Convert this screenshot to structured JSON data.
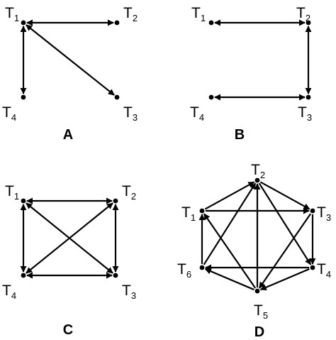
{
  "colors": {
    "ink": "#000000",
    "background": "#ffffff"
  },
  "panels": [
    {
      "id": "A",
      "letter": "A",
      "nodes": [
        {
          "id": "T1",
          "main": "T",
          "sub": "1"
        },
        {
          "id": "T2",
          "main": "T",
          "sub": "2"
        },
        {
          "id": "T3",
          "main": "T",
          "sub": "3"
        },
        {
          "id": "T4",
          "main": "T",
          "sub": "4"
        }
      ],
      "edges": [
        {
          "from": "T1",
          "to": "T2",
          "arrows": "both"
        },
        {
          "from": "T1",
          "to": "T4",
          "arrows": "both"
        },
        {
          "from": "T1",
          "to": "T3",
          "arrows": "both"
        }
      ]
    },
    {
      "id": "B",
      "letter": "B",
      "nodes": [
        {
          "id": "T1",
          "main": "T",
          "sub": "1"
        },
        {
          "id": "T2",
          "main": "T",
          "sub": "2"
        },
        {
          "id": "T3",
          "main": "T",
          "sub": "3"
        },
        {
          "id": "T4",
          "main": "T",
          "sub": "4"
        }
      ],
      "edges": [
        {
          "from": "T1",
          "to": "T2",
          "arrows": "both"
        },
        {
          "from": "T2",
          "to": "T3",
          "arrows": "both"
        },
        {
          "from": "T4",
          "to": "T3",
          "arrows": "both"
        }
      ]
    },
    {
      "id": "C",
      "letter": "C",
      "nodes": [
        {
          "id": "T1",
          "main": "T",
          "sub": "1"
        },
        {
          "id": "T2",
          "main": "T",
          "sub": "2"
        },
        {
          "id": "T3",
          "main": "T",
          "sub": "3"
        },
        {
          "id": "T4",
          "main": "T",
          "sub": "4"
        }
      ],
      "edges": [
        {
          "from": "T1",
          "to": "T2",
          "arrows": "both"
        },
        {
          "from": "T1",
          "to": "T4",
          "arrows": "both"
        },
        {
          "from": "T2",
          "to": "T3",
          "arrows": "both"
        },
        {
          "from": "T4",
          "to": "T3",
          "arrows": "both"
        },
        {
          "from": "T1",
          "to": "T3",
          "arrows": "both"
        },
        {
          "from": "T2",
          "to": "T4",
          "arrows": "both"
        }
      ]
    },
    {
      "id": "D",
      "letter": "D",
      "nodes": [
        {
          "id": "T1",
          "main": "T",
          "sub": "1"
        },
        {
          "id": "T2",
          "main": "T",
          "sub": "2"
        },
        {
          "id": "T3",
          "main": "T",
          "sub": "3"
        },
        {
          "id": "T4",
          "main": "T",
          "sub": "4"
        },
        {
          "id": "T5",
          "main": "T",
          "sub": "5"
        },
        {
          "id": "T6",
          "main": "T",
          "sub": "6"
        }
      ],
      "edges": [
        {
          "from": "T1",
          "to": "T2",
          "arrows": "end"
        },
        {
          "from": "T2",
          "to": "T3",
          "arrows": "end"
        },
        {
          "from": "T3",
          "to": "T4",
          "arrows": "end"
        },
        {
          "from": "T4",
          "to": "T5",
          "arrows": "end"
        },
        {
          "from": "T5",
          "to": "T6",
          "arrows": "end"
        },
        {
          "from": "T6",
          "to": "T1",
          "arrows": "end"
        },
        {
          "from": "T1",
          "to": "T3",
          "arrows": "end"
        },
        {
          "from": "T4",
          "to": "T6",
          "arrows": "end"
        },
        {
          "from": "T5",
          "to": "T2",
          "arrows": "end"
        },
        {
          "from": "T2",
          "to": "T4",
          "arrows": "end"
        },
        {
          "from": "T6",
          "to": "T2",
          "arrows": "end"
        },
        {
          "from": "T3",
          "to": "T5",
          "arrows": "end"
        },
        {
          "from": "T5",
          "to": "T1",
          "arrows": "end"
        }
      ]
    }
  ]
}
